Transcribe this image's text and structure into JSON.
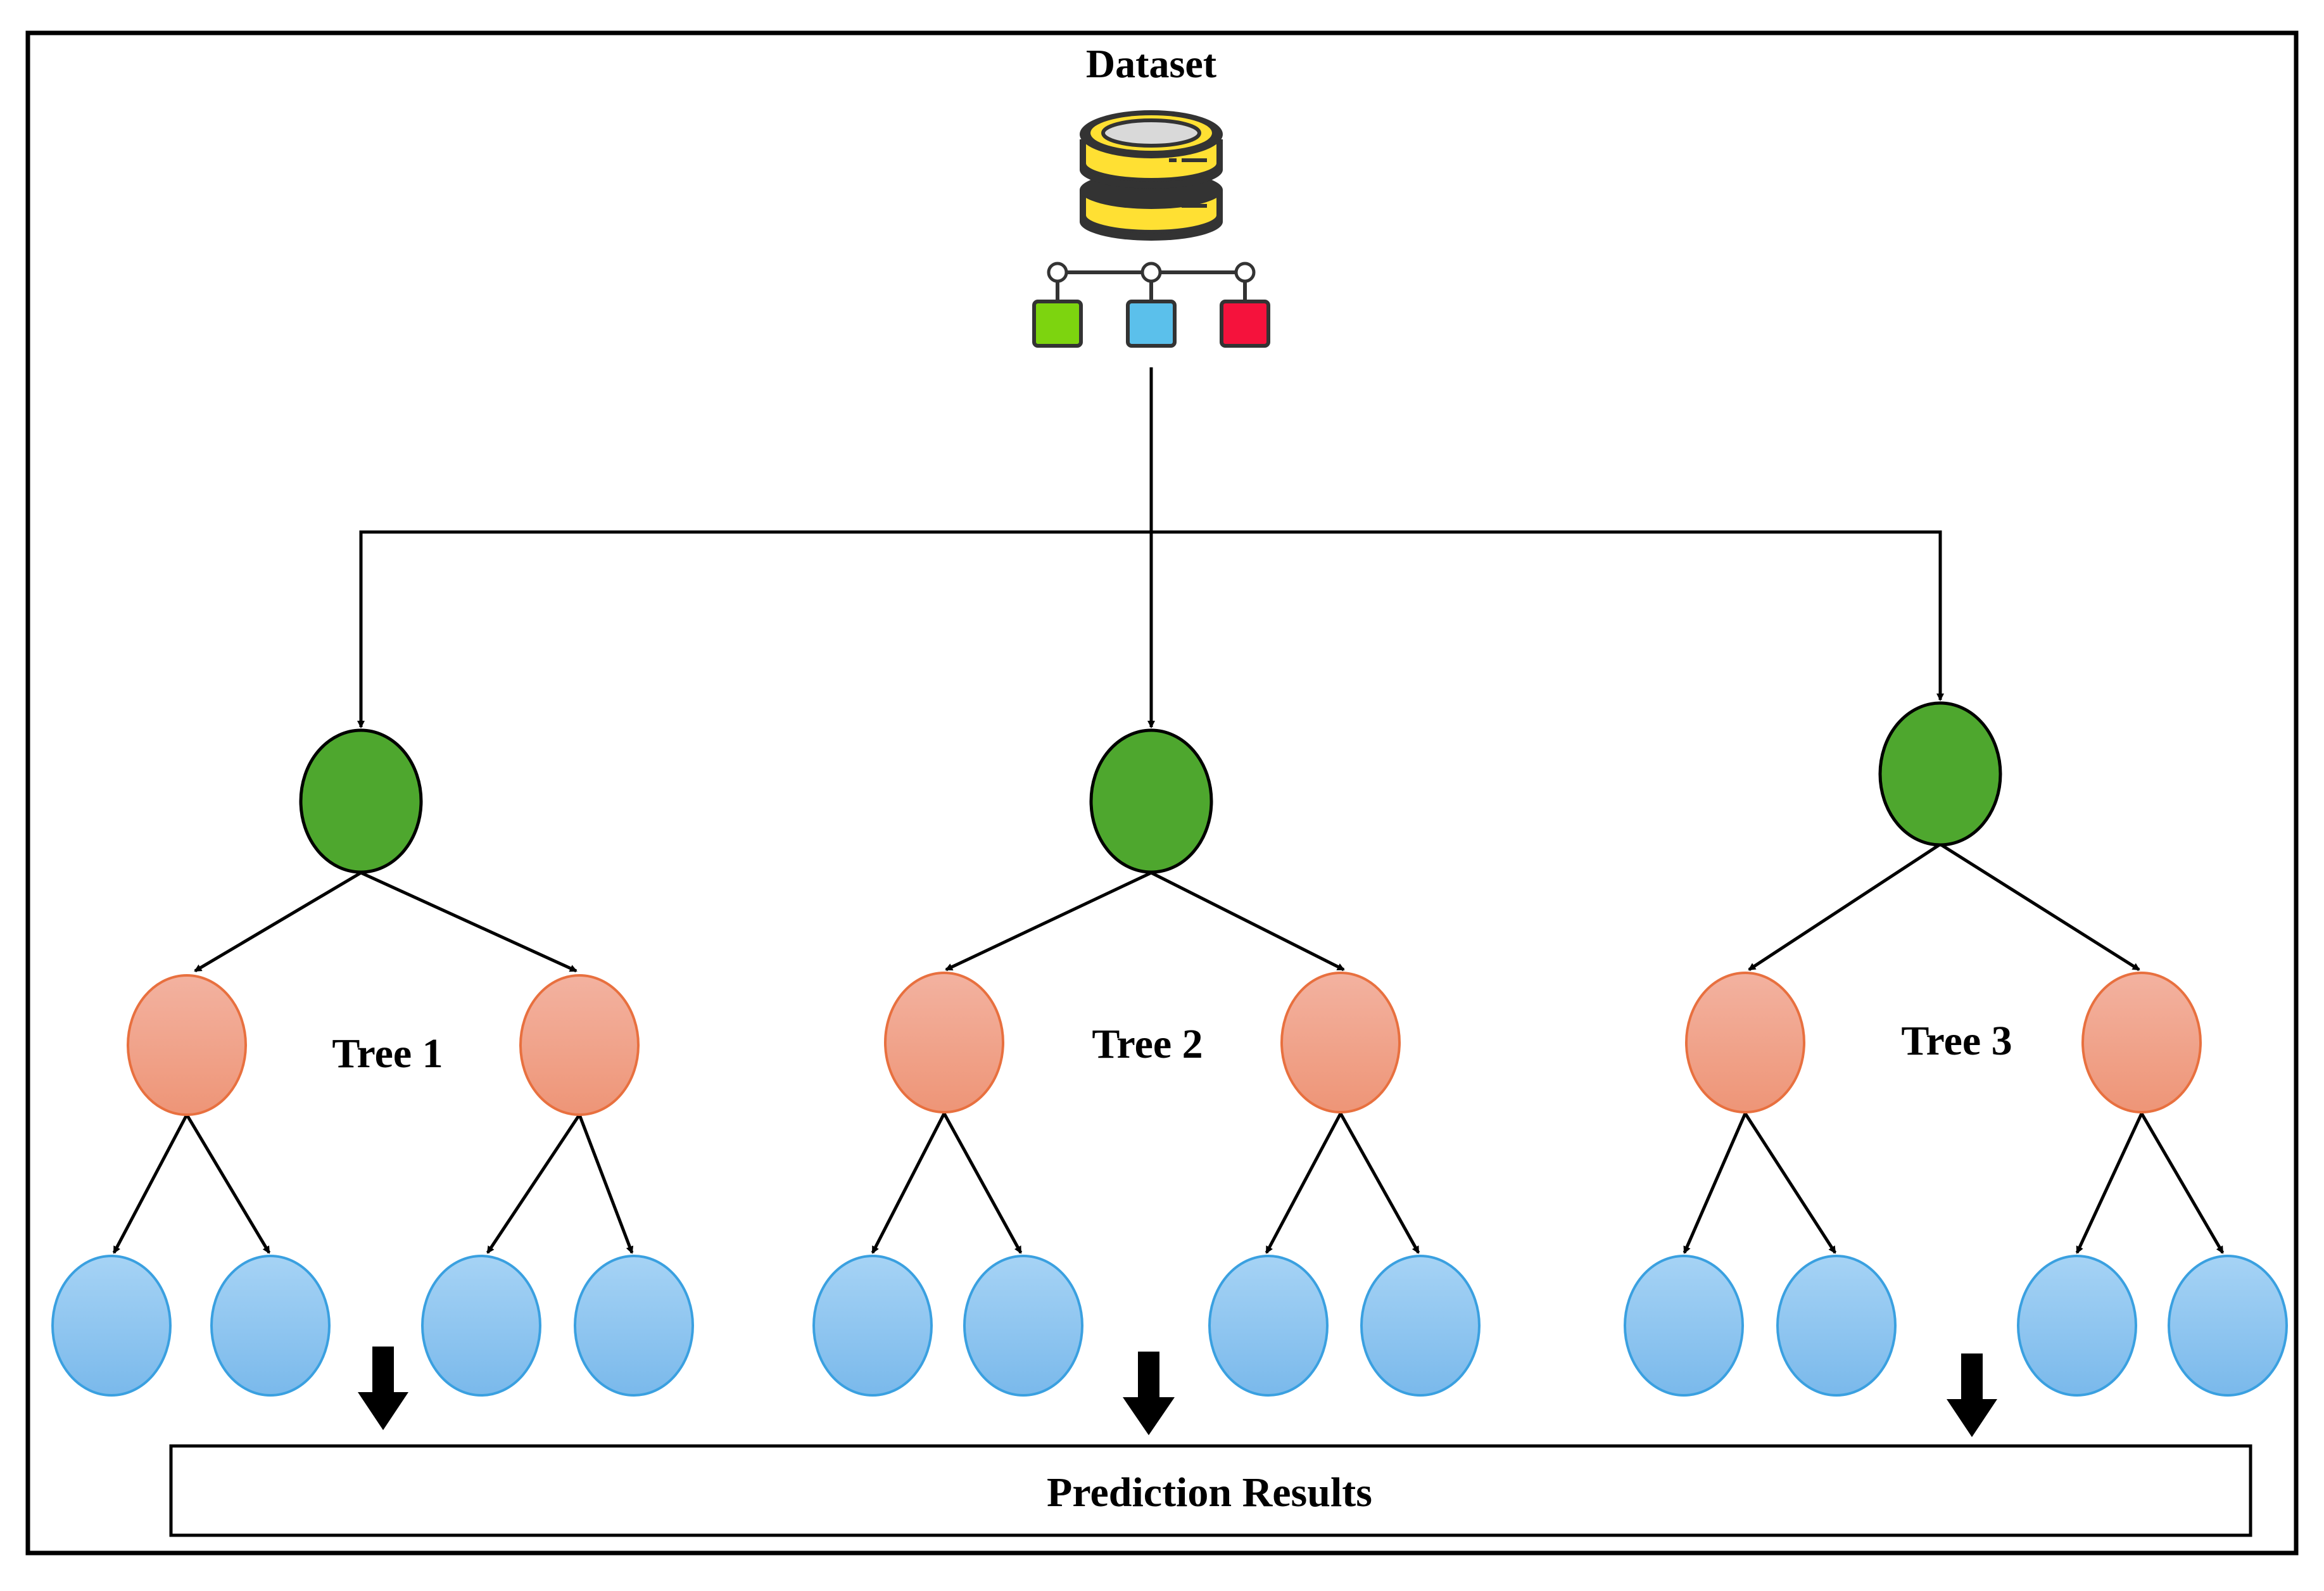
{
  "dataset": {
    "title": "Dataset"
  },
  "trees": [
    {
      "label": "Tree 1"
    },
    {
      "label": "Tree 2"
    },
    {
      "label": "Tree 3"
    }
  ],
  "result": {
    "label": "Prediction Results"
  },
  "colors": {
    "root": "#4ea72e",
    "internal": "#f0a08a",
    "leaf": "#8cc4ee",
    "db_yellow": "#ffe033",
    "db_dark": "#333333",
    "class_green": "#7dd40f",
    "class_blue": "#5bc0eb",
    "class_red": "#f5123c",
    "line": "#000000"
  }
}
